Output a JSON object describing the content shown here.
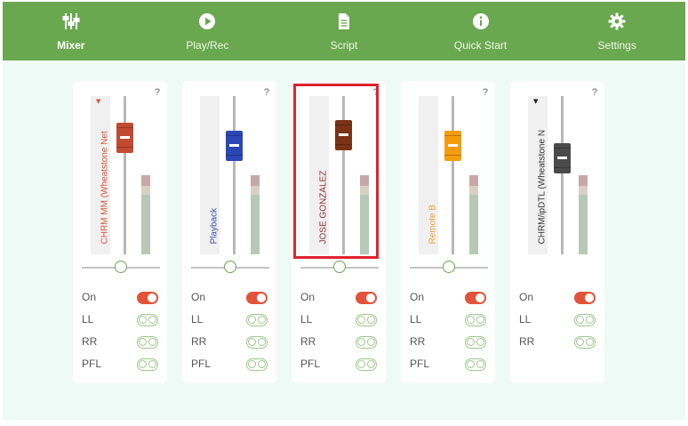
{
  "nav": [
    {
      "label": "Mixer",
      "icon": "sliders-icon",
      "active": true
    },
    {
      "label": "Play/Rec",
      "icon": "play-icon"
    },
    {
      "label": "Script",
      "icon": "document-icon"
    },
    {
      "label": "Quick Start",
      "icon": "info-icon"
    },
    {
      "label": "Settings",
      "icon": "gear-icon"
    }
  ],
  "help": "?",
  "channels": [
    {
      "name": "CHRM MM (Wheatstone Net",
      "name_color": "#d9543a",
      "knob_color": "#c14a31",
      "fader": 0.79,
      "pan": 0.5,
      "dropdown": "▼",
      "dropdown_color": "#d9543a",
      "switches": [
        {
          "label": "On"
        },
        {
          "label": "LL"
        },
        {
          "label": "RR"
        },
        {
          "label": "PFL"
        }
      ]
    },
    {
      "name": "Playback",
      "name_color": "#3e4fb0",
      "knob_color": "#2b47b5",
      "fader": 0.73,
      "pan": 0.5,
      "dropdown": "",
      "switches": [
        {
          "label": "On"
        },
        {
          "label": "LL"
        },
        {
          "label": "RR"
        },
        {
          "label": "PFL"
        }
      ]
    },
    {
      "name": "JOSE GONZALEZ",
      "name_color": "#8b2f2f",
      "knob_color": "#7a3316",
      "fader": 0.81,
      "pan": 0.5,
      "dropdown": "",
      "switches": [
        {
          "label": "On"
        },
        {
          "label": "LL"
        },
        {
          "label": "RR"
        },
        {
          "label": "PFL"
        }
      ]
    },
    {
      "name": "Remote B",
      "name_color": "#f0a030",
      "knob_color": "#f59c0d",
      "fader": 0.73,
      "pan": 0.5,
      "dropdown": "",
      "switches": [
        {
          "label": "On"
        },
        {
          "label": "LL"
        },
        {
          "label": "RR"
        },
        {
          "label": "PFL"
        }
      ]
    },
    {
      "name": "CHRM/ipDTL (Wheatstone N",
      "name_color": "#333333",
      "knob_color": "#4a4a4a",
      "fader": 0.63,
      "pan": null,
      "dropdown": "▼",
      "dropdown_color": "#222222",
      "switches": [
        {
          "label": "On"
        },
        {
          "label": "LL"
        },
        {
          "label": "RR"
        }
      ]
    }
  ],
  "colors": {
    "accent": "#6aa84f",
    "on": "#e2533a",
    "highlight": "#e0232e"
  }
}
